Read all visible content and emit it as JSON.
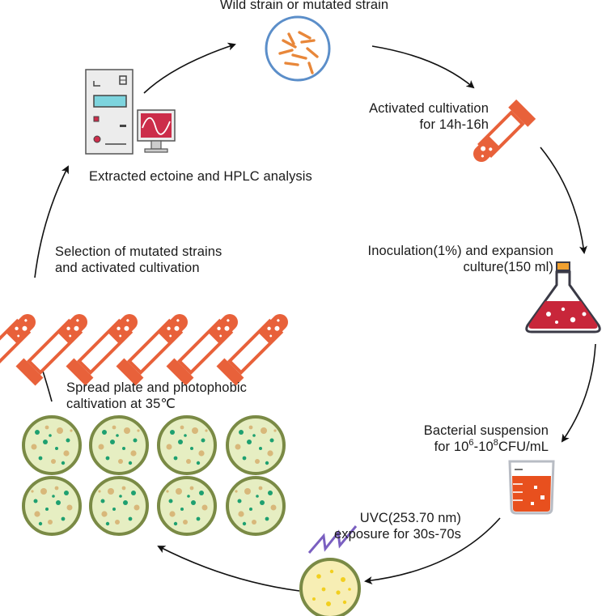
{
  "diagram": {
    "steps": {
      "wild_strain": "Wild strain or mutated strain",
      "activated_cultivation_line1": "Activated cultivation",
      "activated_cultivation_line2": "for 14h-16h",
      "inoculation_line1": "Inoculation(1%) and expansion",
      "inoculation_line2": "culture(150 ml)",
      "suspension_line1": "Bacterial suspension",
      "suspension_line2_pre": "for 10",
      "suspension_exp1": "6",
      "suspension_mid": "-10",
      "suspension_exp2": "8",
      "suspension_post": "CFU/mL",
      "uvc_line1": "UVC(253.70 nm)",
      "uvc_line2": "exposure for 30s-70s",
      "spread_line1": "Spread plate and photophobic",
      "spread_line2": "caltivation at 35℃",
      "selection_line1": "Selection of mutated strains",
      "selection_line2": "and activated cultivation",
      "hplc": "Extracted ectoine and HPLC analysis"
    },
    "colors": {
      "tube": "#e8613a",
      "bacteria": "#e8873a",
      "circle_outline": "#5b8ec9",
      "flask_liquid": "#c8263a",
      "flask_outline": "#3a3a46",
      "flask_cap": "#f0a030",
      "beaker_liquid": "#e8501e",
      "plate_rim": "#7a8a45",
      "plate_fill": "#e6eec2",
      "colony_green": "#1ea070",
      "colony_tan": "#d8b87a",
      "uv_plate_fill": "#f7eeb4",
      "uv_colony": "#f2cf1f",
      "uv_lightning": "#7a5fc0",
      "computer_body": "#ececec",
      "screen": "#cc2d4a",
      "cyan_slot": "#7dd4de",
      "arrow": "#111111"
    }
  }
}
